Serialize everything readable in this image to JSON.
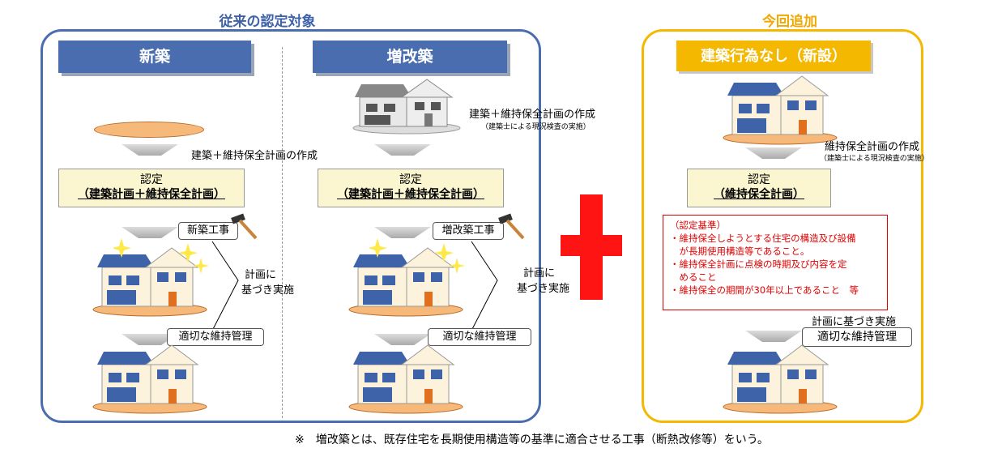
{
  "sections": {
    "conventional_title": "従来の認定対象",
    "addition_title": "今回追加"
  },
  "columns": {
    "new_build": {
      "header": "新築",
      "plan_text": "建築＋維持保全計画の作成",
      "cert_title": "認定",
      "cert_sub": "（建築計画＋維持保全計画）",
      "work_label": "新築工事",
      "maintenance_label": "適切な維持管理",
      "based_on_plan_1": "計画に",
      "based_on_plan_2": "基づき実施"
    },
    "renovation": {
      "header": "増改築",
      "plan_text": "建築＋維持保全計画の作成",
      "plan_note": "（建築士による現況検査の実施）",
      "cert_title": "認定",
      "cert_sub": "（建築計画＋維持保全計画）",
      "work_label": "増改築工事",
      "maintenance_label": "適切な維持管理",
      "based_on_plan_1": "計画に",
      "based_on_plan_2": "基づき実施"
    },
    "no_construction": {
      "header": "建築行為なし（新設）",
      "plan_text": "維持保全計画の作成",
      "plan_note": "（建築士による現況検査の実施）",
      "cert_title": "認定",
      "cert_sub": "（維持保全計画）",
      "criteria": [
        "（認定基準）",
        "・維持保全しようとする住宅の構造及び設備",
        "　が長期使用構造等であること。",
        "・維持保全計画に点検の時期及び内容を定",
        "　めること",
        "・維持保全の期間が30年以上であること　等"
      ],
      "based_on_plan": "計画に基づき実施",
      "maintenance_label": "適切な維持管理"
    }
  },
  "footnote": "※　増改築とは、既存住宅を長期使用構造等の基準に適合させる工事（断熱改修等）をいう。",
  "colors": {
    "blue": "#4a6db0",
    "orange": "#f5b800",
    "red": "#ff1414",
    "cert_fill": "#fbf6cf"
  },
  "icons": [
    "house-icon",
    "hammer-icon",
    "sparkle-icon",
    "arrow-down-icon",
    "plus-icon"
  ]
}
